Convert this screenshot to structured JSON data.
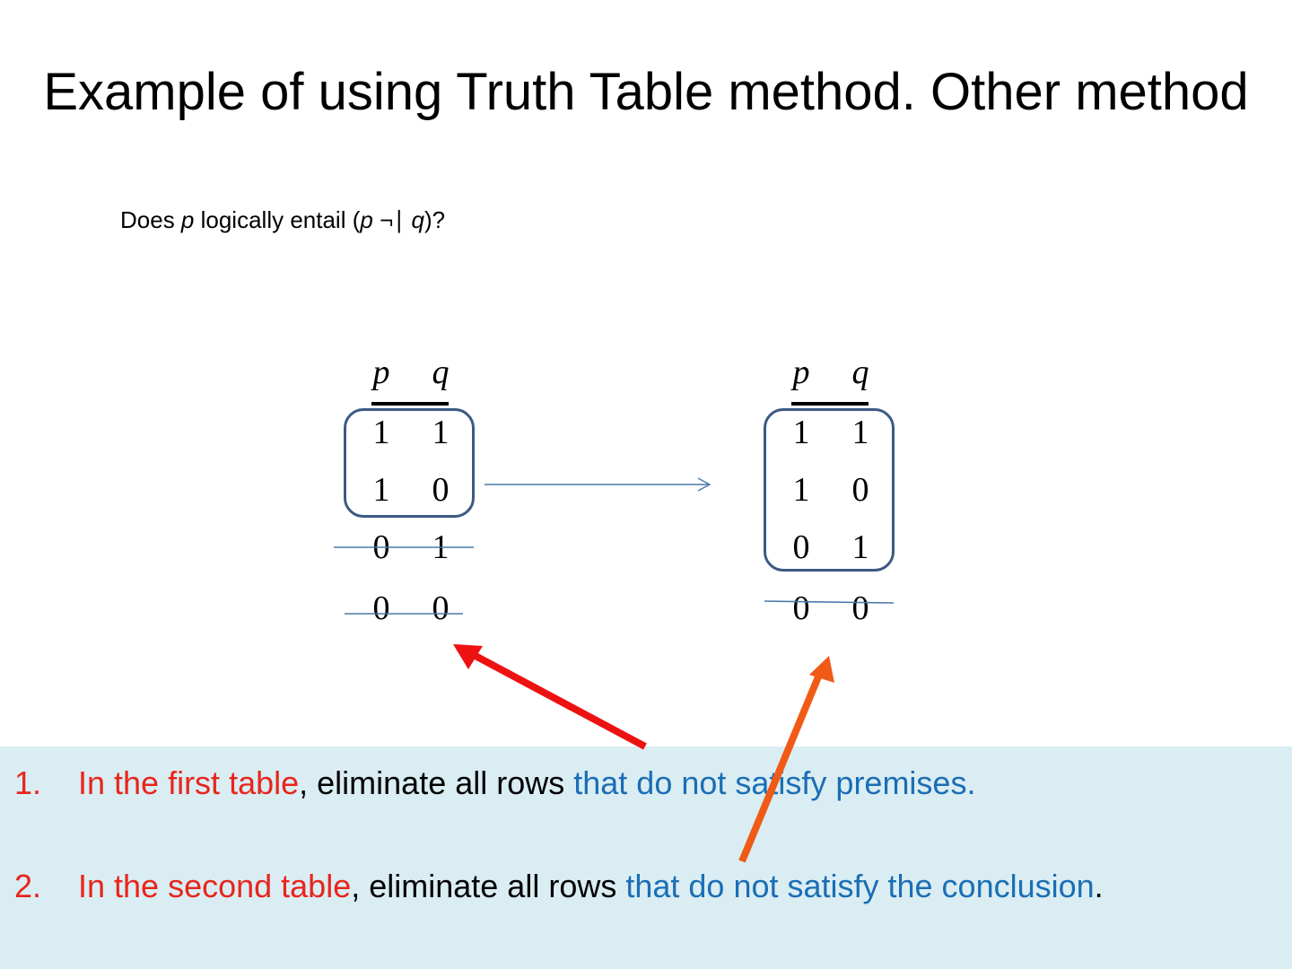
{
  "slide": {
    "title": "Example of using Truth Table method. Other method",
    "question": {
      "prefix": "Does ",
      "p": "p",
      "middle": " logically entail (",
      "p2": "p",
      "operator": " ¬∣ ",
      "q": "q",
      "suffix": ")?"
    }
  },
  "table1": {
    "headers": [
      "p",
      "q"
    ],
    "rows": [
      [
        "1",
        "1"
      ],
      [
        "1",
        "0"
      ],
      [
        "0",
        "1"
      ],
      [
        "0",
        "0"
      ]
    ],
    "kept_rows": [
      0,
      1
    ],
    "eliminated_rows": [
      2,
      3
    ]
  },
  "table2": {
    "headers": [
      "p",
      "q"
    ],
    "rows": [
      [
        "1",
        "1"
      ],
      [
        "1",
        "0"
      ],
      [
        "0",
        "1"
      ],
      [
        "0",
        "0"
      ]
    ],
    "kept_rows": [
      0,
      1,
      2
    ],
    "eliminated_rows": [
      3
    ]
  },
  "instructions": [
    {
      "number": "1.",
      "red": "In the first table",
      "black": ", eliminate all rows ",
      "blue": "that do not satisfy premises.",
      "end": ""
    },
    {
      "number": "2.",
      "red": "In the second table",
      "black": ", eliminate all rows ",
      "blue": "that do not satisfy the conclusion",
      "end": "."
    }
  ],
  "colors": {
    "emphasis_red": "#e8251c",
    "emphasis_blue": "#1a6eb5",
    "box_outline": "#3b5a82",
    "strike_line": "#4a78a8",
    "arrow_red": "#ee1111",
    "arrow_orange": "#f05a16",
    "panel_background": "#daedf3"
  }
}
